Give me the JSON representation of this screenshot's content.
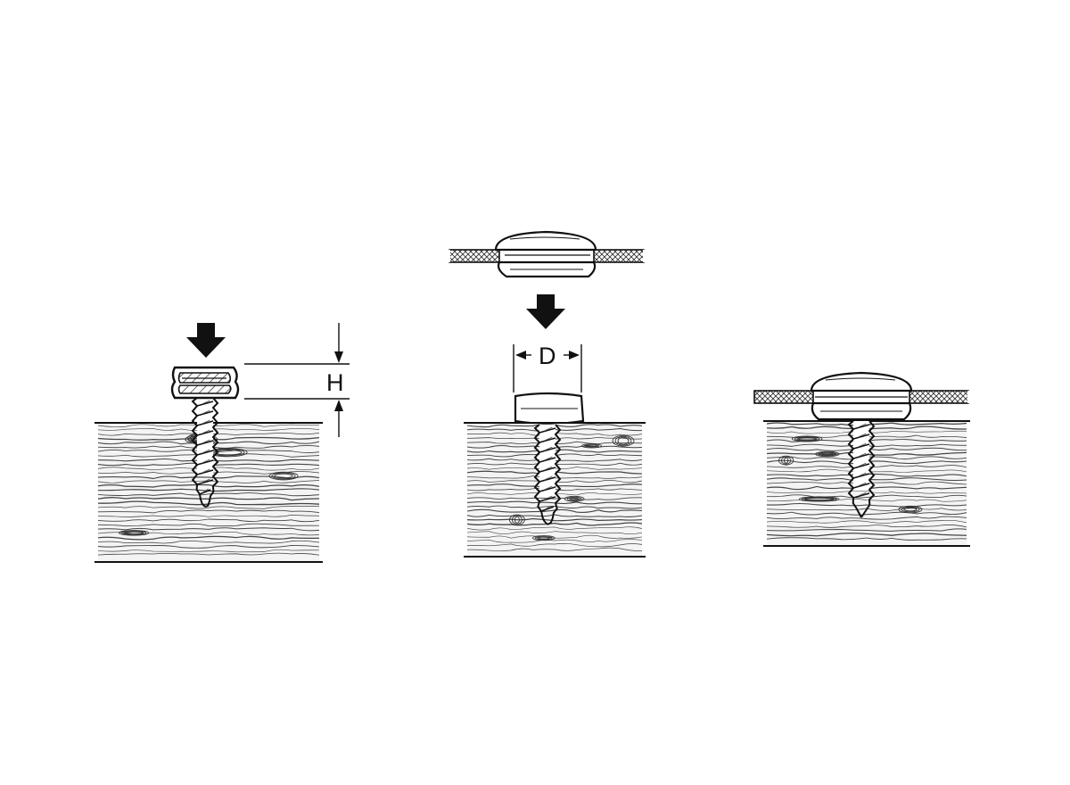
{
  "diagram": {
    "steps": [
      {
        "id": "screw-base-step",
        "dimension_label": "H"
      },
      {
        "id": "align-cap-step",
        "dimension_label": "D"
      },
      {
        "id": "assembled-step"
      }
    ],
    "colors": {
      "ink": "#111111",
      "background": "#ffffff"
    },
    "icons": [
      "down-arrow-icon",
      "screw-icon",
      "wood-block-icon",
      "fabric-panel-icon",
      "snap-cap-icon",
      "snap-stud-icon"
    ]
  }
}
